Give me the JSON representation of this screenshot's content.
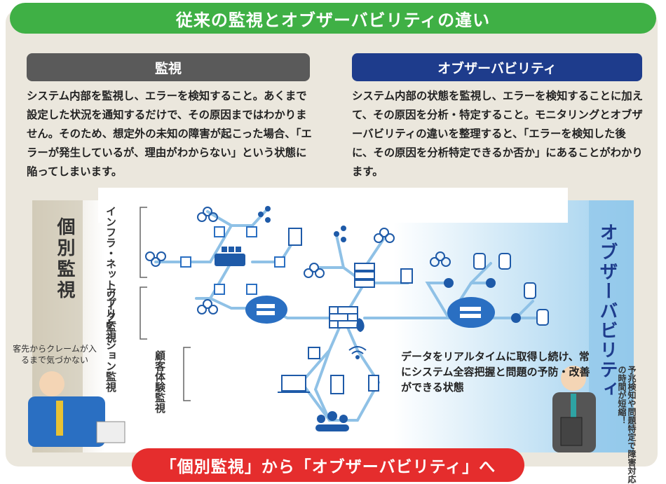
{
  "title": "従来の監視とオブザーバビリティの違い",
  "left": {
    "heading": "監視",
    "body": "システム内部を監視し、エラーを検知すること。あくまで設定した状況を通知するだけで、その原因まではわかりません。そのため、想定外の未知の障害が起こった場合、「エラーが発生しているが、理由がわからない」という状態に陥ってしまいます。"
  },
  "right": {
    "heading": "オブザーバビリティ",
    "body": "システム内部の状態を監視し、エラーを検知することに加えて、その原因を分析・特定すること。モニタリングとオブザーバビリティの違いを整理すると、「エラーを検知した後に、その原因を分析特定できるか否か」にあることがわかります。"
  },
  "diagram": {
    "left_label": "個別監視",
    "right_label": "オブザーバビリティ",
    "category_infra": "インフラ・ネットワーク監視",
    "category_app": "アプリケーション監視",
    "category_cx": "顧客体験監視",
    "note_left": "客先からクレームが入るまで気づかない",
    "note_right": "予兆検知や問題特定で障害対応の時間が短縮！",
    "caption": "データをリアルタイムに取得し続け、常にシステム全容把握と問題の予防・改善ができる状態",
    "colors": {
      "line": "#8fc1e6",
      "icon": "#1e5aa8",
      "node": "#2a6fc2"
    }
  },
  "banner": "「個別監視」から「オブザーバビリティ」へ"
}
